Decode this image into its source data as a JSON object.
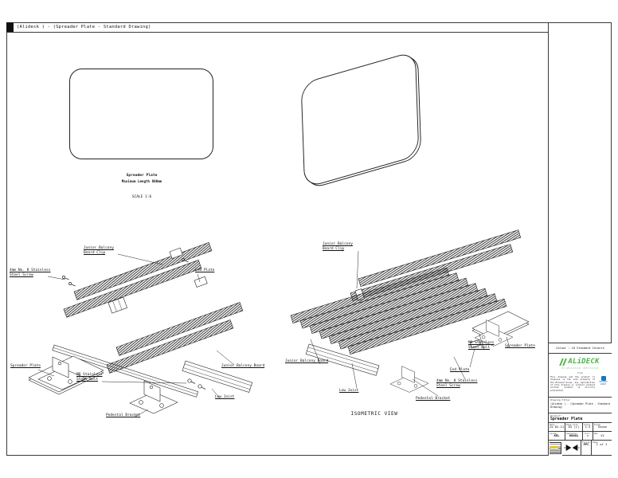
{
  "window": {
    "title": "(Alideck ) - (Spreader Plate - Standard Drawing)"
  },
  "plan_view": {
    "name": "Spreader Plate",
    "max_length": "Maximum Length 600mm",
    "scale_note": "SCALE 1:6"
  },
  "parts": {
    "clip": "Junior Balcony\nBoard Clip",
    "screw": "4mm No. 8 Stainless\nSteel Screw",
    "end_plate": "End Plate",
    "spreader_plate": "Spreader Plate",
    "bolt": "M8 Stainless\nSteel Bolt",
    "pedestal_bracket": "Pedestal Bracket",
    "low_joist": "Low Joist",
    "board": "Junior Balcony Board"
  },
  "isometric_view": {
    "caption": "ISOMETRIC VIEW"
  },
  "title_block": {
    "colour_note": "Colour : 10 Standard Colours",
    "brand_name": "ALiDECK",
    "brand_tagline": "Aluminium Decking",
    "from_label": "From",
    "legal": "This drawing and the product it displays is the sole property of the Milwood Group. Any reproduction of this drawing or product without written consent is strictly prohibited.",
    "partner": "MILWOOD GROUP",
    "drawing_title_label": "Drawing Title:",
    "drawing_title": "(Alideck ) - (Spreader Plate - Standard Drawing)",
    "product_label": "Product:",
    "product": "Spreader Plate",
    "fields": {
      "date_label": "Date",
      "date": "24-02-21",
      "page_size_label": "Page Size",
      "page_size": "A3 (L)",
      "scale_label": "Scale",
      "scale": "1:3",
      "drawn_label": "Drawn",
      "drawn": "Shaun",
      "issuer_label": "Issuer",
      "issuer": "KEL",
      "sequence_label": "Sequence",
      "sequence": "00001",
      "tol_label": "(Tol)",
      "tol": "±",
      "rev_label": "Rev",
      "rev": "V1",
      "finish_label": "Finish",
      "finish": "PPC",
      "page_label": "Page",
      "page": "1 of 1"
    },
    "colors": {
      "brand_green": "#4cb648",
      "partner_blue": "#1b75bc"
    }
  }
}
